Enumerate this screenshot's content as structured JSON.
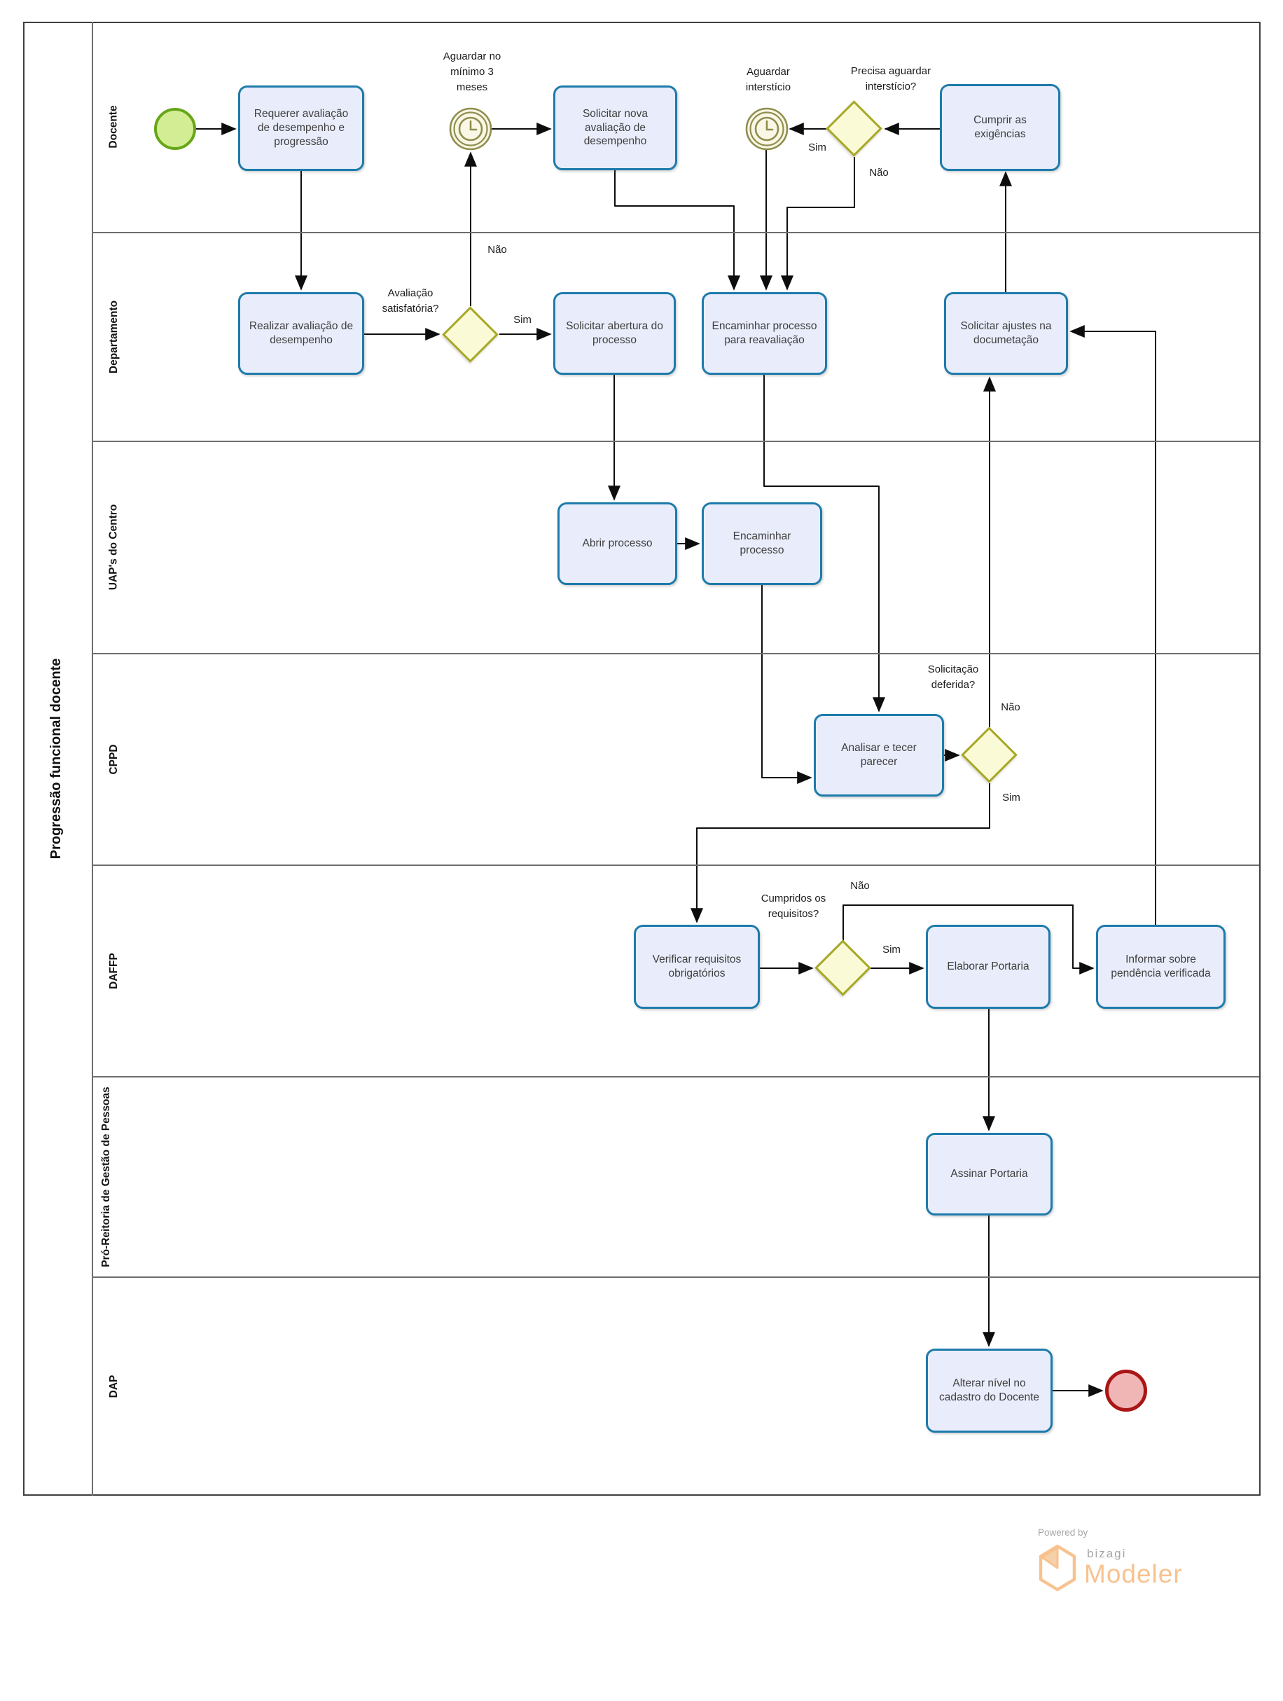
{
  "diagram": {
    "title": "Progressão funcional docente"
  },
  "lanes": [
    {
      "label": "Docente"
    },
    {
      "label": "Departamento"
    },
    {
      "label": "UAP's do Centro"
    },
    {
      "label": "CPPD"
    },
    {
      "label": "DAFFP"
    },
    {
      "label": "Pró-Reitoria de Gestão de Pessoas"
    },
    {
      "label": "DAP"
    }
  ],
  "tasks": {
    "requerer": "Requerer avaliação de desempenho e progressão",
    "solicitar_nova": "Solicitar nova avaliação de desempenho",
    "cumprir": "Cumprir as exigências",
    "realizar": "Realizar avaliação de desempenho",
    "solicitar_abertura": "Solicitar abertura do processo",
    "encaminhar_reavaliacao": "Encaminhar processo para reavaliação",
    "solicitar_ajustes": "Solicitar ajustes na documetação",
    "abrir": "Abrir processo",
    "encaminhar": "Encaminhar processo",
    "analisar": "Analisar e tecer parecer",
    "verificar": "Verificar requisitos obrigatórios",
    "elaborar": "Elaborar Portaria",
    "informar": "Informar sobre pendência verificada",
    "assinar": "Assinar Portaria",
    "alterar": "Alterar nível no cadastro do Docente"
  },
  "events": {
    "timer_minimo": "Aguardar no mínimo 3 meses",
    "timer_intersticio": "Aguardar interstício"
  },
  "gateways": {
    "avaliacao_satisfatoria": "Avaliação satisfatória?",
    "precisa_aguardar": "Precisa aguardar interstício?",
    "solicitacao_deferida": "Solicitação deferida?",
    "cumpridos_requisitos": "Cumpridos os requisitos?"
  },
  "labels": {
    "sim": "Sim",
    "nao": "Não"
  },
  "branding": {
    "powered_by": "Powered by",
    "brand": "bizagi",
    "product": "Modeler"
  },
  "colors": {
    "task_border": "#1d7bab",
    "task_fill": "#e9edfb",
    "gateway_border": "#a6a824",
    "gateway_fill": "#fbfad6",
    "timer_stroke": "#8e8e4e",
    "timer_fill": "#fbf7e6",
    "start_border": "#67a617",
    "start_fill": "#d3ed94",
    "end_border": "#aa1616",
    "end_fill": "#f0b6b6",
    "flow": "#0d0d0d",
    "lane_border": "#6e6e6e",
    "brand_orange": "#f8c28f",
    "brand_gray": "#a6a6a6"
  }
}
